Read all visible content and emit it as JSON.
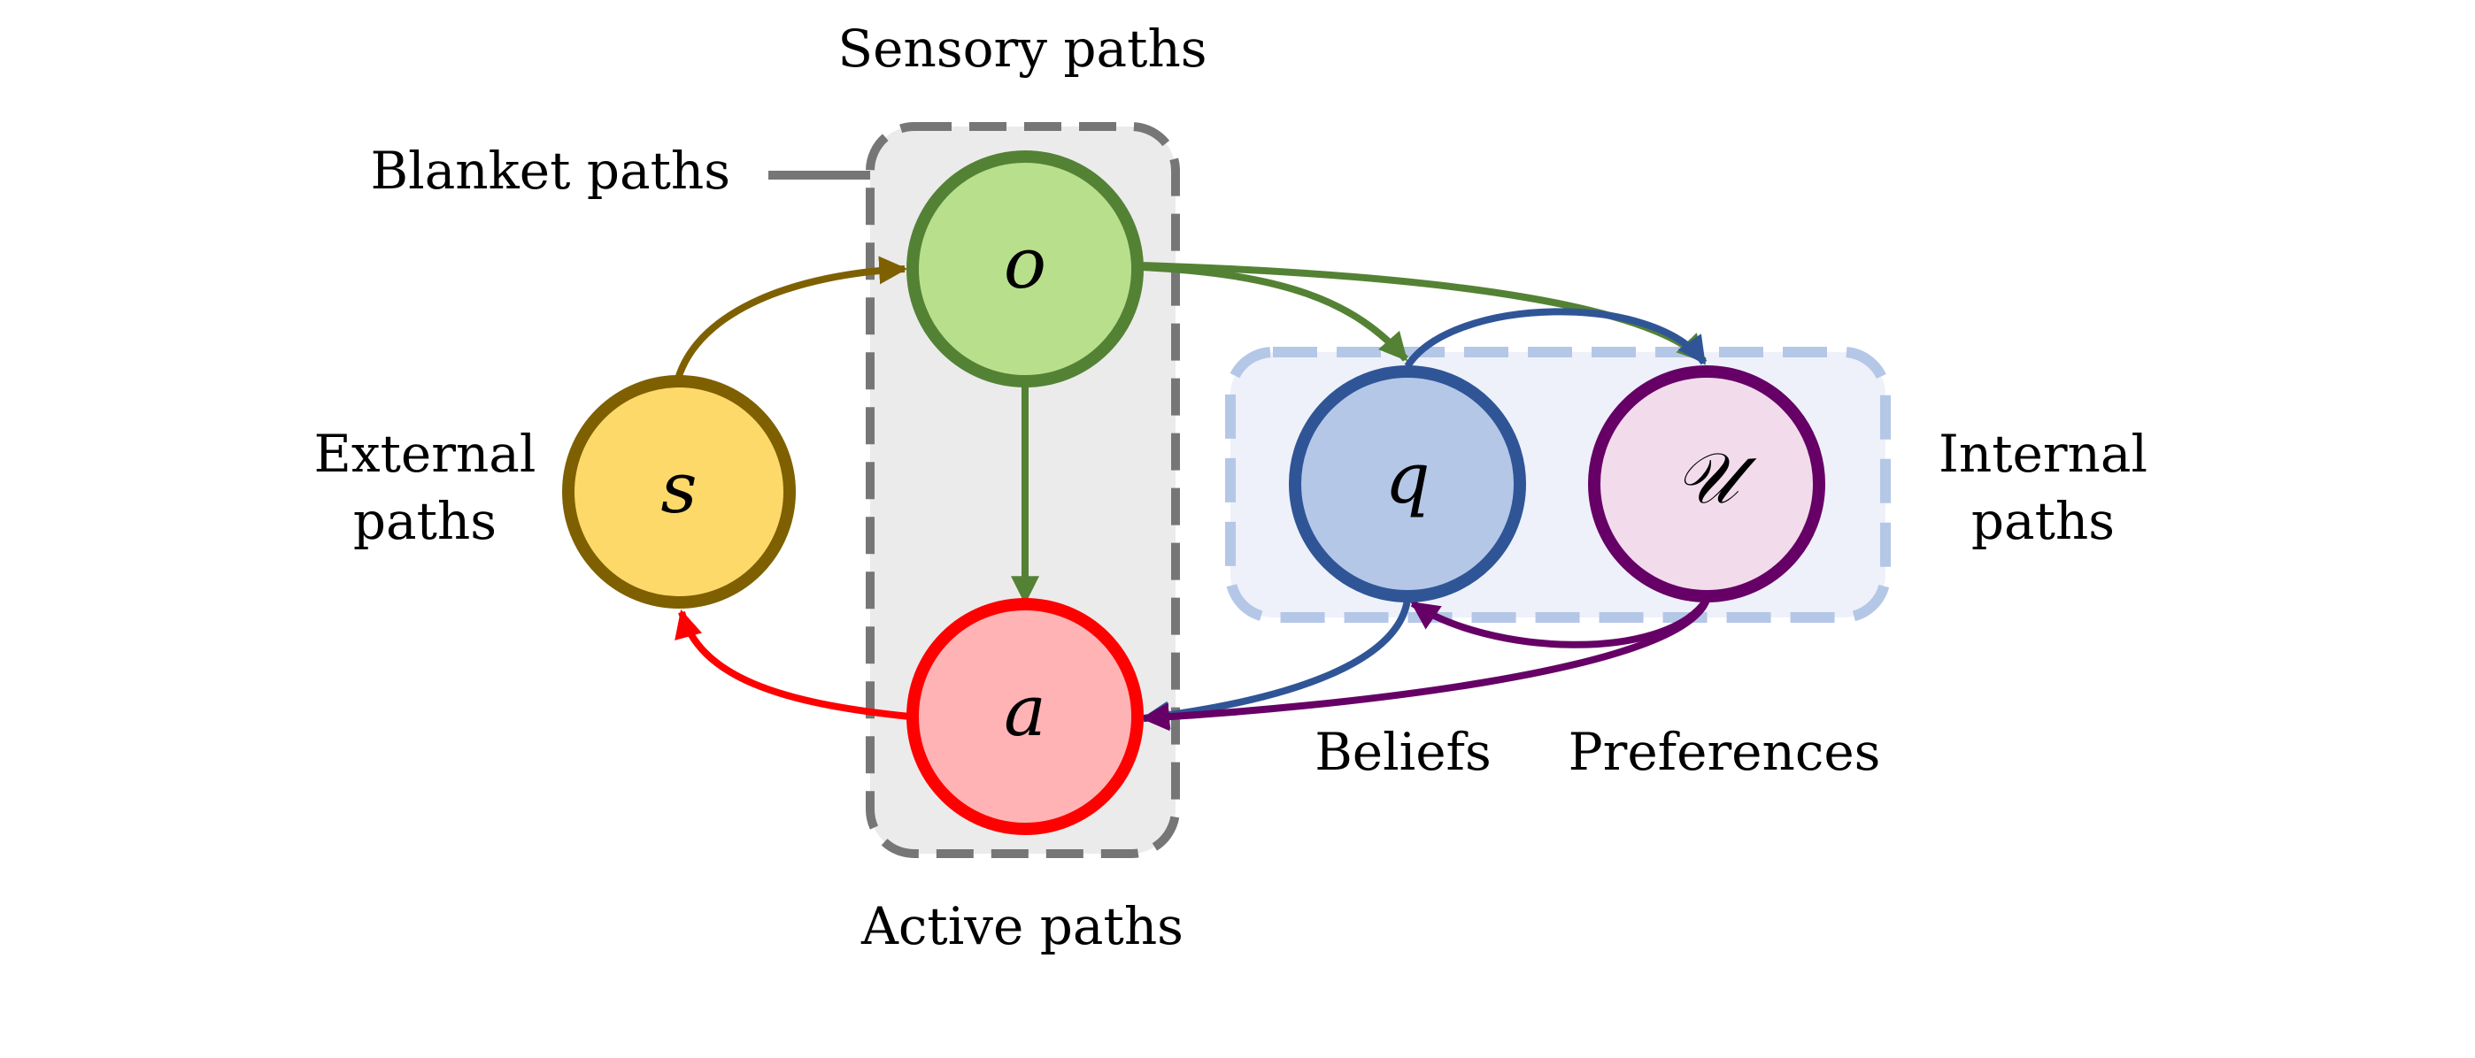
{
  "labels": {
    "sensory": "Sensory paths",
    "blanket": "Blanket paths",
    "external_line1": "External",
    "external_line2": "paths",
    "internal_line1": "Internal",
    "internal_line2": "paths",
    "active": "Active paths",
    "beliefs": "Beliefs",
    "preferences": "Preferences"
  },
  "nodes": {
    "s": {
      "symbol": "s",
      "fill": "#FDD96A",
      "stroke": "#7F6000"
    },
    "o": {
      "symbol": "o",
      "fill": "#B8DF8C",
      "stroke": "#548235"
    },
    "a": {
      "symbol": "a",
      "fill": "#FFB3B5",
      "stroke": "#FF0000"
    },
    "q": {
      "symbol": "q",
      "fill": "#B4C7E7",
      "stroke": "#2F5597"
    },
    "u": {
      "symbol": "𝒰",
      "fill": "#F2DCEB",
      "stroke": "#660066"
    }
  },
  "colors": {
    "blanket_fill": "#EBEBEB",
    "blanket_border": "#767676",
    "internal_fill": "#EEF1FA",
    "internal_border": "#B4C7E7"
  }
}
